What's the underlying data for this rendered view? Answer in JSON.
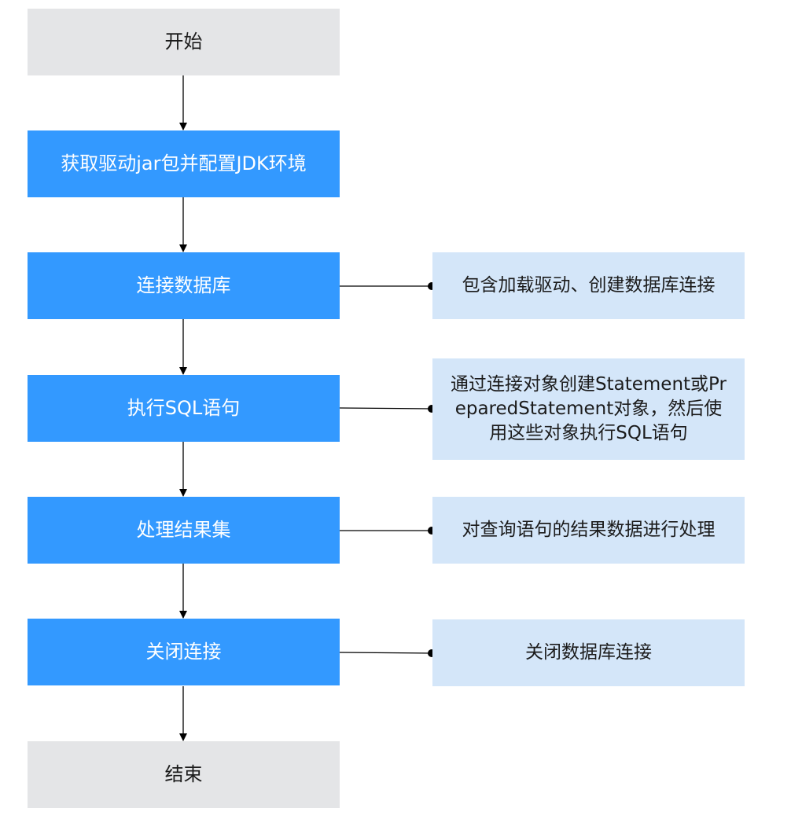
{
  "flow": {
    "start": "开始",
    "step1": "获取驱动jar包并配置JDK环境",
    "step2": "连接数据库",
    "step3": "执行SQL语句",
    "step4": "处理结果集",
    "step5": "关闭连接",
    "end": "结束"
  },
  "notes": {
    "step2": "包含加载驱动、创建数据库连接",
    "step3": "通过连接对象创建Statement或PreparedStatement对象，然后使用这些对象执行SQL语句",
    "step4": "对查询语句的结果数据进行处理",
    "step5": "关闭数据库连接"
  },
  "colors": {
    "process": "#3399ff",
    "terminal": "#e4e5e7",
    "note": "#d4e6f9",
    "line": "#000000"
  }
}
